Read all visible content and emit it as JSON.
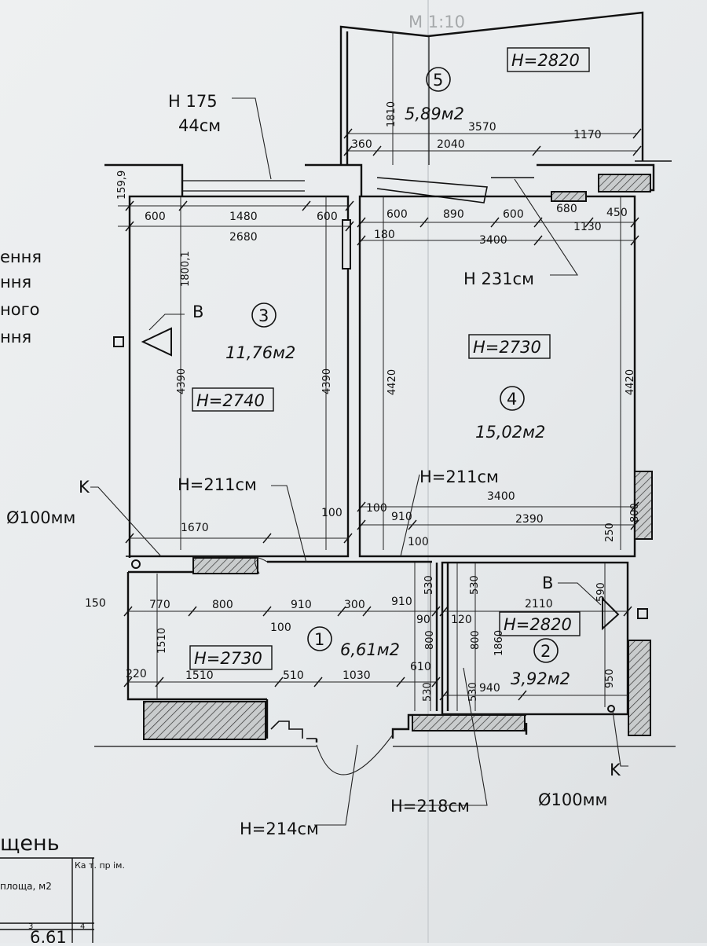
{
  "header": {
    "scale_partial": "М 1:10"
  },
  "left_margin_text": [
    "ення",
    "ння",
    "ного",
    "ння"
  ],
  "rooms": [
    {
      "number": "1",
      "area": "6,61м2",
      "height": "H=2730"
    },
    {
      "number": "2",
      "area": "3,92м2",
      "height": "H=2820"
    },
    {
      "number": "3",
      "area": "11,76м2",
      "height": "H=2740"
    },
    {
      "number": "4",
      "area": "15,02м2",
      "height": "H=2730"
    },
    {
      "number": "5",
      "area": "5,89м2",
      "height": "H=2820"
    }
  ],
  "annotations": {
    "window_top_h": "H 175",
    "window_top_w": "44см",
    "balcony_door": "H 231см",
    "door_room3": "H=211см",
    "door_room4": "H=211см",
    "entrance": "H=214см",
    "door_bath": "H=218см",
    "k_left": "K",
    "pipe_left": "Ø100мм",
    "k_right": "K",
    "pipe_right": "Ø100мм",
    "b_left": "B",
    "b_right": "B"
  },
  "dims": {
    "d159": "159,9",
    "d600a": "600",
    "d1480": "1480",
    "d600b": "600",
    "d2680": "2680",
    "d1800": "1800,1",
    "d4390a": "4390",
    "d4390b": "4390",
    "d1670": "1670",
    "d100a": "100",
    "d360": "360",
    "d2040": "2040",
    "d1170": "1170",
    "d3570": "3570",
    "d1810": "1810",
    "d600c": "600",
    "d890": "890",
    "d600d": "600",
    "d680": "680",
    "d450": "450",
    "d180": "180",
    "d1130": "1130",
    "d3400a": "3400",
    "d4420a": "4420",
    "d4420b": "4420",
    "d100b": "100",
    "d3400b": "3400",
    "d910a": "910",
    "d2390": "2390",
    "d800a": "800",
    "d250": "250",
    "d100c": "100",
    "d150": "150",
    "d770": "770",
    "d800b": "800",
    "d910b": "910",
    "d300": "300",
    "d910c": "910",
    "d100d": "100",
    "d1510a": "1510",
    "d220": "220",
    "d1510b": "1510",
    "d510": "510",
    "d1030": "1030",
    "d610": "610",
    "d530a": "530",
    "d800c": "800",
    "d90": "90",
    "d530b": "530",
    "d530c": "530",
    "d800d": "800",
    "d120": "120",
    "d530d": "530",
    "d2110": "2110",
    "d590": "590",
    "d1860": "1860",
    "d940": "940",
    "d950": "950"
  },
  "table": {
    "title": "щень",
    "col_area": "площа, м2",
    "col_cat": "Ка т. пр ім.",
    "col3": "3",
    "col4": "4",
    "value": "6,61"
  }
}
